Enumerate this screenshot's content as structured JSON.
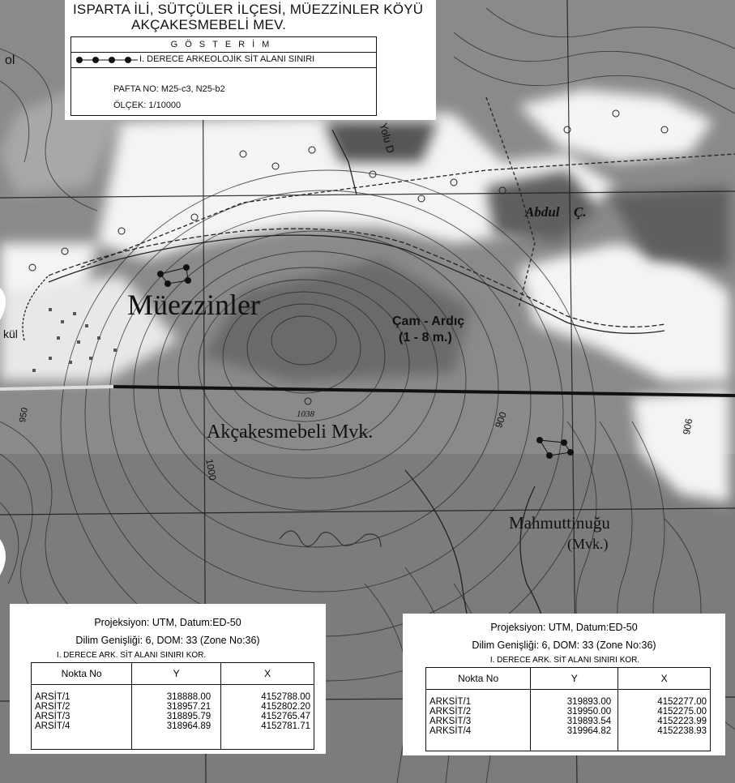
{
  "title": {
    "line1": "ISPARTA İLİ, SÜTÇÜLER İLÇESİ, MÜEZZİNLER KÖYÜ",
    "line2": "AKÇAKESMEBELİ MEV."
  },
  "legend": {
    "heading": "GÖSTERİM",
    "site_boundary": "I. DERECE ARKEOLOJİK SİT ALANI SINIRI",
    "sheet": "PAFTA NO: M25-c3, N25-b2",
    "scale": "ÖLÇEK: 1/10000"
  },
  "map_labels": {
    "village": "Müezzinler",
    "forest": "Çam - Ardıç",
    "forest_height": "(1 - 8 m.)",
    "locality": "Akçakesmebeli Mvk.",
    "summit": "1038",
    "abdul": "Abdul",
    "abdul_suffix": "Ç.",
    "mahmut": "Mahmuttinuğu",
    "mahmut_sub": "(Mvk.)",
    "kul": "kül",
    "contour_1000": "1000",
    "contour_950": "950",
    "contour_900": "900",
    "contour_906": "906",
    "ol": "ol",
    "road": "Yolu D"
  },
  "colors": {
    "dark_terrain": "#6f6f6f",
    "light_terrain": "#ffffff",
    "contour": "#222222",
    "boundary": "#111111"
  },
  "table_left": {
    "projection": "Projeksiyon: UTM, Datum:ED-50",
    "zone": "Dilim Genişliği: 6, DOM: 33 (Zone No:36)",
    "caption": "I. DERECE ARK. SİT ALANI SINIRI KOR.",
    "columns": [
      "Nokta   No",
      "Y",
      "X"
    ],
    "rows": [
      [
        "ARSİT/1",
        "318888.00",
        "4152788.00"
      ],
      [
        "ARSİT/2",
        "318957.21",
        "4152802.20"
      ],
      [
        "ARSİT/3",
        "318895.79",
        "4152765.47"
      ],
      [
        "ARSİT/4",
        "318964.89",
        "4152781.71"
      ]
    ]
  },
  "table_right": {
    "projection": "Projeksiyon: UTM, Datum:ED-50",
    "zone": "Dilim Genişliği: 6, DOM: 33 (Zone No:36)",
    "caption": "I. DERECE ARK. SİT ALANI SINIRI KOR.",
    "columns": [
      "Nokta   No",
      "Y",
      "X"
    ],
    "rows": [
      [
        "ARKSİT/1",
        "319893.00",
        "4152277.00"
      ],
      [
        "ARKSİT/2",
        "319950.00",
        "4152275.00"
      ],
      [
        "ARKSİT/3",
        "319893.54",
        "4152223.99"
      ],
      [
        "ARKSİT/4",
        "319964.82",
        "4152238.93"
      ]
    ]
  }
}
